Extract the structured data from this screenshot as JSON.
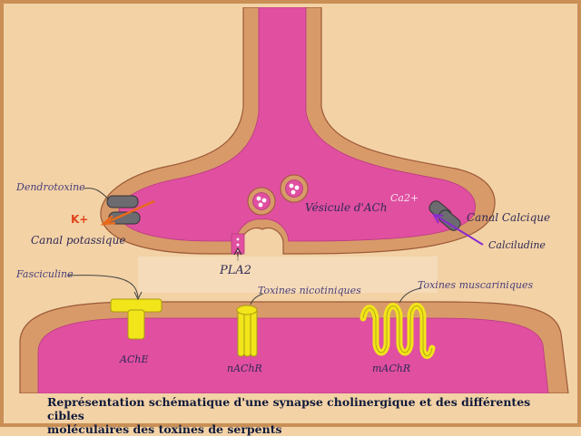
{
  "labels": {
    "dendrotoxine": "Dendrotoxine",
    "k_ion": "K+",
    "canal_potassique": "Canal potassique",
    "vesicule": "Vésicule d'ACh",
    "ca_ion": "Ca2+",
    "canal_calcique": "Canal Calcique",
    "calciludine": "Calciludine",
    "pla2": "PLA2",
    "fasciculine": "Fasciculine",
    "toxines_nicotiniques": "Toxines nicotiniques",
    "toxines_muscariniques": "Toxines muscariniques",
    "ache": "AChE",
    "nachr": "nAChR",
    "machr": "mAChR"
  },
  "caption": {
    "line1": "Représentation schématique d'une synapse cholinergique et des différentes cibles",
    "line2": "moléculaires des toxines de serpents"
  },
  "colors": {
    "background": "#f3d2a6",
    "membrane": "#d99a6a",
    "cytoplasm": "#e04fa0",
    "toxin_target": "#f2e51a",
    "channel": "#6b6b70",
    "arrow_orange": "#e86a1a",
    "arrow_purple": "#8a2ad0"
  }
}
